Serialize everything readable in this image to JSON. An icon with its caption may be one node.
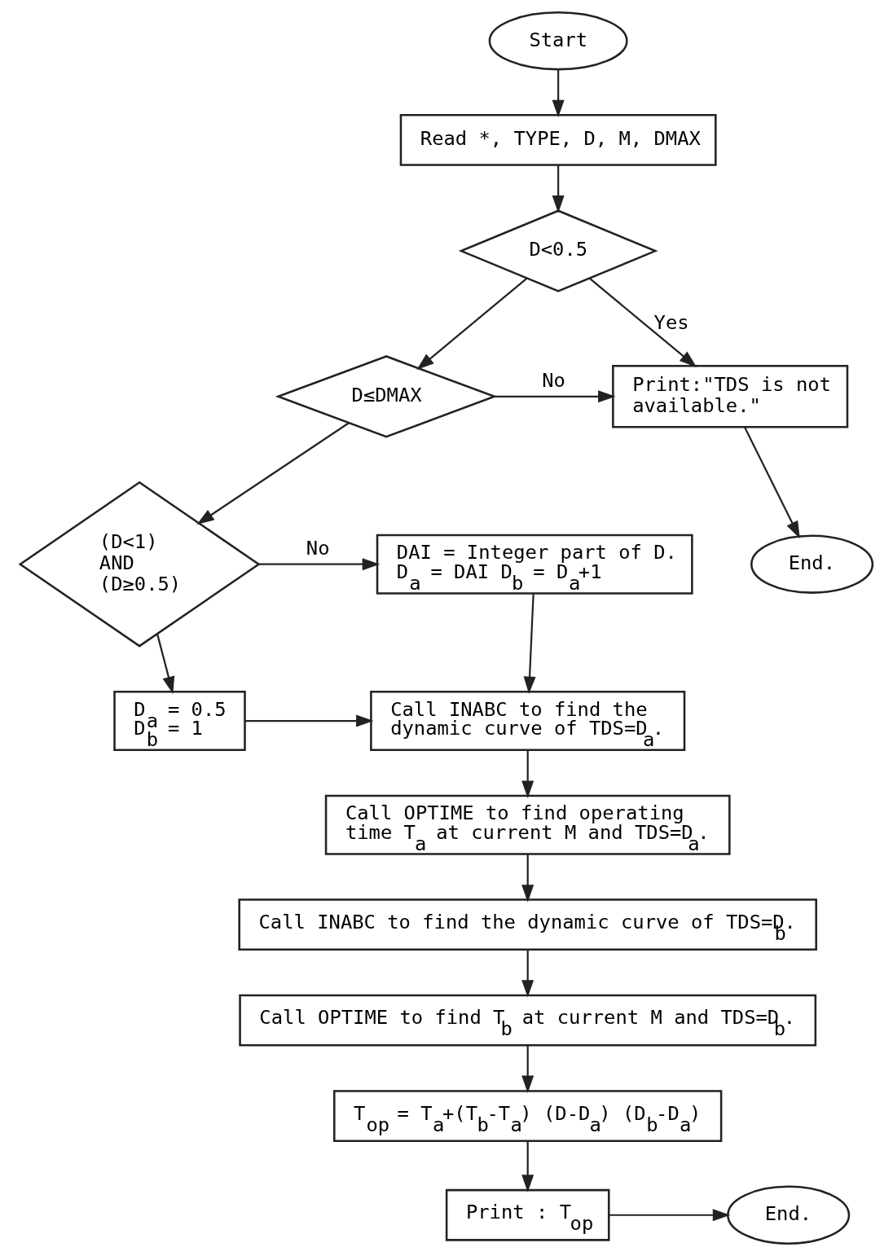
{
  "diagram": {
    "nodes": [
      {
        "text": [
          "Start"
        ]
      },
      {
        "text": [
          "Read *, TYPE, D, M, DMAX"
        ]
      },
      {
        "text": [
          "D<0.5"
        ]
      },
      {
        "text": [
          "End."
        ]
      },
      {
        "text": [
          "D≤DMAX"
        ]
      },
      {
        "text": [
          "Print:\"TDS is not available.\""
        ]
      },
      {
        "text": [
          "(D<1) AND (D≥0.5)"
        ]
      },
      {
        "text": [
          "DAI = Integer part of D. D$_{a}$ = DAI D$_{b}$ = D$_{a}$+1"
        ]
      },
      {
        "text": [
          "D$_{a}$ = 0.5 D$_{b}$ = 1"
        ]
      },
      {
        "text": [
          "Call INABC to find the dynamic curve of TDS=D$_{a}$."
        ]
      },
      {
        "text": [
          "Call OPTIME to find operating time T$_{a}$ at current M and TDS=D$_{a}$."
        ]
      },
      {
        "text": [
          "Call INABC to find the dynamic curve of TDS=D$_{b}$."
        ]
      },
      {
        "text": [
          "Call OPTIME to find T$_{b}$ at current M and TDS=D$_{b}$."
        ]
      },
      {
        "text": [
          "T$_{op}$ = T$_{a}$+(T$_{b}$-T$_{a}$) (D-D$_{a}$) (D$_{b}$-D$_{a}$)"
        ]
      },
      {
        "text": [
          "Print : T$_{op}$"
        ]
      },
      {
        "text": [
          "End."
        ]
      }
    ],
    "edges": [
      {
        "from": 0,
        "to": 1,
        "arrow": "to"
      },
      {
        "from": 1,
        "to": 2,
        "arrow": "to"
      },
      {
        "from": 2,
        "to": 4,
        "arrow": "to"
      },
      {
        "from": 2,
        "to": 5,
        "arrow": "to",
        "label": "Yes"
      },
      {
        "from": 4,
        "to": 5,
        "arrow": "to",
        "label": "No"
      },
      {
        "from": 5,
        "to": 3,
        "arrow": "to"
      },
      {
        "from": 4,
        "to": 6,
        "arrow": "to"
      },
      {
        "from": 6,
        "to": 7,
        "arrow": "to",
        "label": "No"
      },
      {
        "from": 6,
        "to": 8,
        "arrow": "to"
      },
      {
        "from": 8,
        "to": 9,
        "arrow": "to"
      },
      {
        "from": 7,
        "to": 9,
        "arrow": "to"
      },
      {
        "from": 9,
        "to": 10,
        "arrow": "to"
      },
      {
        "from": 10,
        "to": 11,
        "arrow": "to"
      },
      {
        "from": 11,
        "to": 12,
        "arrow": "to"
      },
      {
        "from": 12,
        "to": 13,
        "arrow": "to"
      },
      {
        "from": 13,
        "to": 14,
        "arrow": "to"
      },
      {
        "from": 14,
        "to": 15,
        "arrow": "to"
      }
    ]
  }
}
